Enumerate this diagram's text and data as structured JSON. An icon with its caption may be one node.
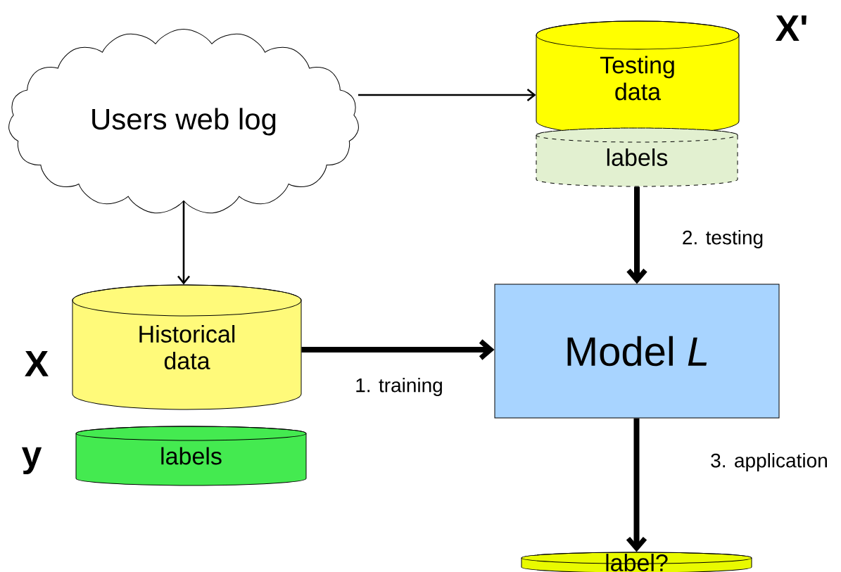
{
  "diagram": {
    "nodes": [
      {
        "text": [
          "Users web log"
        ]
      },
      {
        "text": [
          "Testing data"
        ]
      },
      {
        "text": [
          "labels"
        ]
      },
      {
        "text": [
          "Historical data"
        ]
      },
      {
        "text": [
          "labels"
        ]
      },
      {
        "text": [
          "Model *L*"
        ]
      },
      {
        "text": [
          "label?"
        ]
      }
    ],
    "edges": [
      {
        "from": 0,
        "to": 1,
        "arrow": "to"
      },
      {
        "from": 0,
        "to": 3,
        "arrow": "to"
      },
      {
        "from": 3,
        "to": 5,
        "arrow": "to",
        "label": "1. training"
      },
      {
        "from": 2,
        "to": 5,
        "arrow": "to",
        "label": "2. testing"
      },
      {
        "from": 5,
        "to": 6,
        "arrow": "to",
        "label": "3. application"
      }
    ],
    "labels": [
      "X'",
      "X",
      "y"
    ]
  }
}
